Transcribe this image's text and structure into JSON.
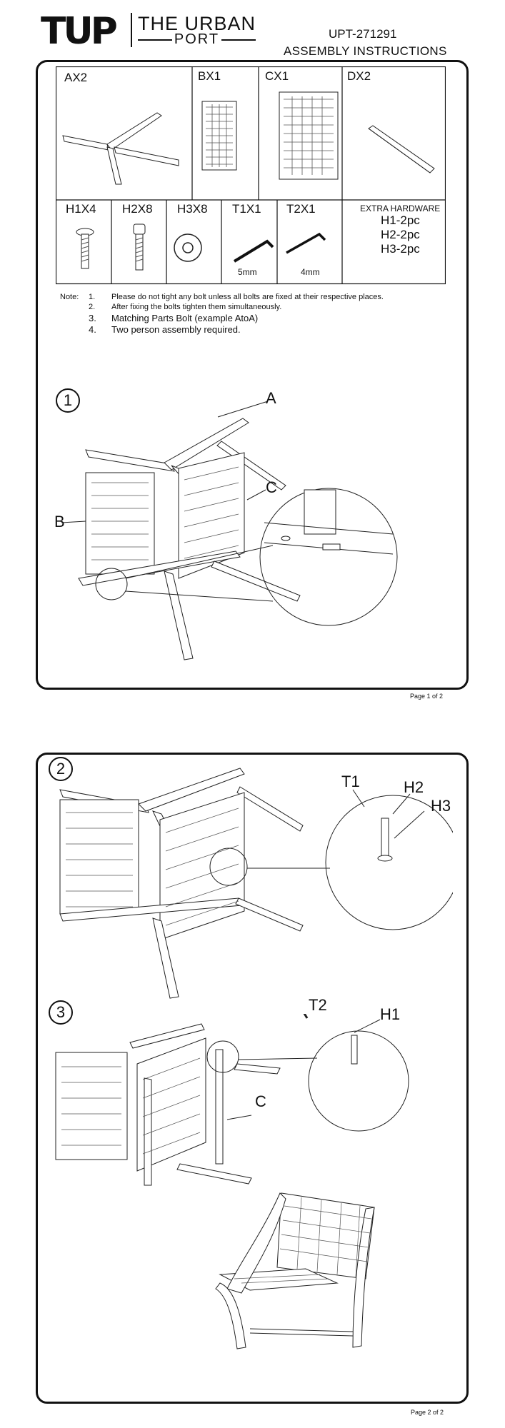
{
  "header": {
    "logo_mark": "TUP",
    "brand_line1": "THE URBAN",
    "brand_line2": "PORT",
    "model": "UPT-271291",
    "doc_title": "ASSEMBLY INSTRUCTIONS"
  },
  "parts": [
    {
      "label": "AX2"
    },
    {
      "label": "BX1"
    },
    {
      "label": "CX1"
    },
    {
      "label": "DX2"
    }
  ],
  "hardware": [
    {
      "label": "H1X4"
    },
    {
      "label": "H2X8"
    },
    {
      "label": "H3X8"
    },
    {
      "label": "T1X1",
      "size": "5mm"
    },
    {
      "label": "T2X1",
      "size": "4mm"
    }
  ],
  "extra_hardware": {
    "title": "EXTRA HARDWARE",
    "items": [
      "H1-2pc",
      "H2-2pc",
      "H3-2pc"
    ]
  },
  "notes": {
    "prefix": "Note:",
    "items": [
      {
        "num": "1.",
        "text": "Please do not tight any bolt unless all bolts are fixed at their respective places."
      },
      {
        "num": "2.",
        "text": "After fixing the bolts tighten them simultaneously."
      },
      {
        "num": "3.",
        "text": "Matching Parts Bolt (example AtoA)"
      },
      {
        "num": "4.",
        "text": "Two person assembly required."
      }
    ]
  },
  "steps": {
    "step1": {
      "num": "1",
      "callouts": [
        "A",
        "B",
        "C"
      ]
    },
    "step2": {
      "num": "2",
      "callouts": [
        "T1",
        "H2",
        "H3"
      ]
    },
    "step3": {
      "num": "3",
      "callouts": [
        "T2",
        "H1",
        "C"
      ]
    }
  },
  "footer": {
    "page1": "Page 1 of 2",
    "page2": "Page 2 of 2"
  }
}
